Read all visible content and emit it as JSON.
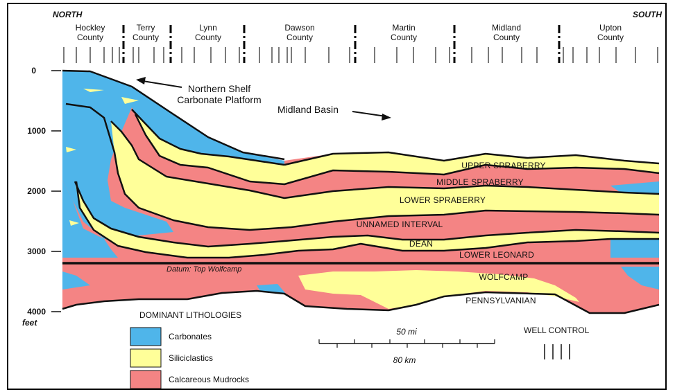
{
  "directions": {
    "north": "NORTH",
    "south": "SOUTH"
  },
  "counties": [
    [
      "Hockley",
      "County"
    ],
    [
      "Terry",
      "County"
    ],
    [
      "Lynn",
      "County"
    ],
    [
      "Dawson",
      "County"
    ],
    [
      "Martin",
      "County"
    ],
    [
      "Midland",
      "County"
    ],
    [
      "Upton",
      "County"
    ]
  ],
  "depth_axis": {
    "ticks": [
      "0",
      "1000",
      "2000",
      "3000",
      "4000"
    ],
    "unit": "feet"
  },
  "annotations": {
    "shelf": [
      "Northern Shelf",
      "Carbonate Platform"
    ],
    "basin": "Midland Basin",
    "datum": "Datum: Top Wolfcamp"
  },
  "units": {
    "upper_spraberry": "UPPER SPRABERRY",
    "middle_spraberry": "MIDDLE SPRABERRY",
    "lower_spraberry": "LOWER SPRABERRY",
    "unnamed": "UNNAMED INTERVAL",
    "dean": "DEAN",
    "lower_leonard": "LOWER LEONARD",
    "wolfcamp": "WOLFCAMP",
    "pennsylvanian": "PENNSYLVANIAN"
  },
  "legend": {
    "title": "DOMINANT LITHOLOGIES",
    "items": [
      {
        "label": "Carbonates",
        "color": "#4fb5ea"
      },
      {
        "label": "Siliciclastics",
        "color": "#ffff99"
      },
      {
        "label": "Calcareous Mudrocks",
        "color": "#f48484"
      }
    ]
  },
  "scale": {
    "miles": "50 mi",
    "km": "80 km"
  },
  "well_control": "WELL CONTROL",
  "colors": {
    "carbonate": "#4fb5ea",
    "siliciclastic": "#ffff99",
    "mudrock": "#f48484",
    "line": "#111111"
  }
}
